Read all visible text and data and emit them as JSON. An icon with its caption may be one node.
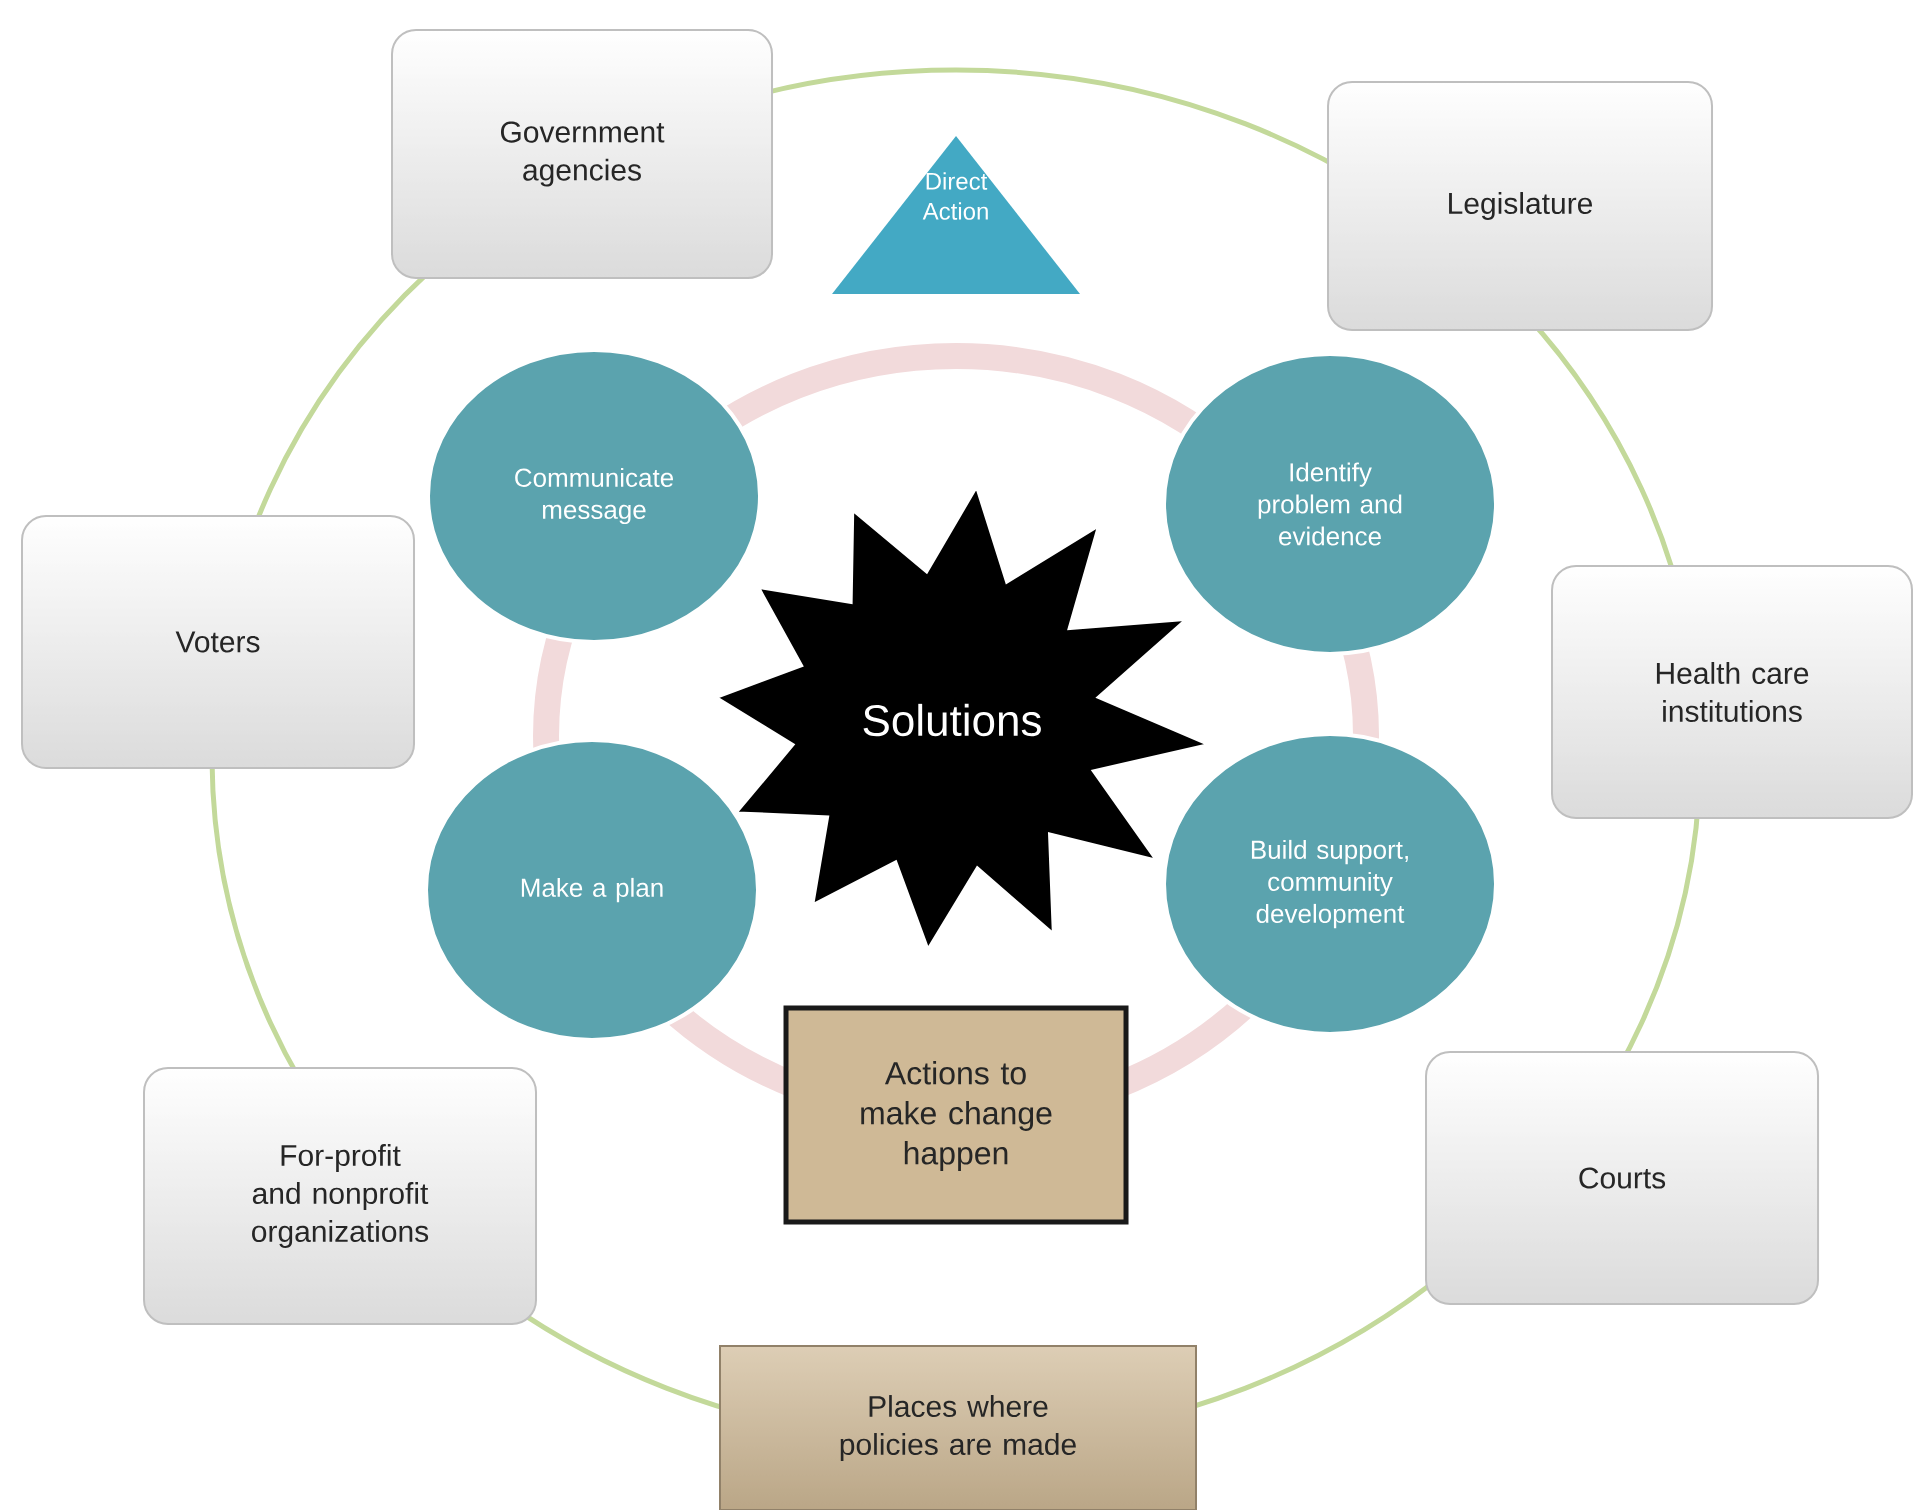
{
  "diagram": {
    "nodes": [
      {
        "text": [
          "Government agencies"
        ]
      },
      {
        "text": [
          "Legislature"
        ]
      },
      {
        "text": [
          "Direct Action"
        ]
      },
      {
        "text": [
          "Communicate message"
        ]
      },
      {
        "text": [
          "Identify problem and evidence"
        ]
      },
      {
        "text": [
          "Voters"
        ]
      },
      {
        "text": [
          "Health care institutions"
        ]
      },
      {
        "text": [
          "Solutions"
        ]
      },
      {
        "text": [
          "Make a plan"
        ]
      },
      {
        "text": [
          "Build support, community development"
        ]
      },
      {
        "text": [
          "Actions to make change happen"
        ]
      },
      {
        "text": [
          "Courts"
        ]
      },
      {
        "text": [
          "For-profit and nonprofit organizations"
        ]
      },
      {
        "text": [
          "Places where policies are made"
        ]
      }
    ]
  }
}
